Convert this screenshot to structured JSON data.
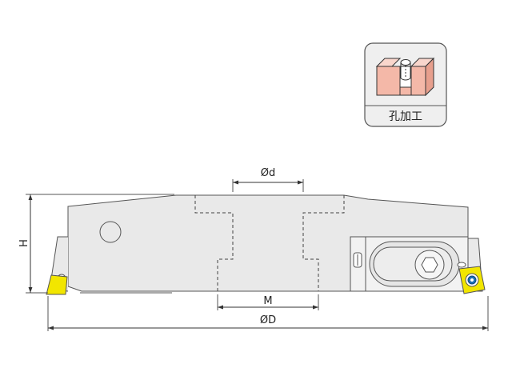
{
  "badge": {
    "label": "孔加工",
    "icon": "hole-machining-block-icon",
    "icon_fill": "#f4b8a8"
  },
  "dimensions": {
    "bore": "Ød",
    "thread": "M",
    "diameter": "ØD",
    "height": "H"
  },
  "colors": {
    "body": "#e9e9e9",
    "outline": "#555555",
    "insert": "#f2e600",
    "screw_socket": "#1a6fb5"
  }
}
